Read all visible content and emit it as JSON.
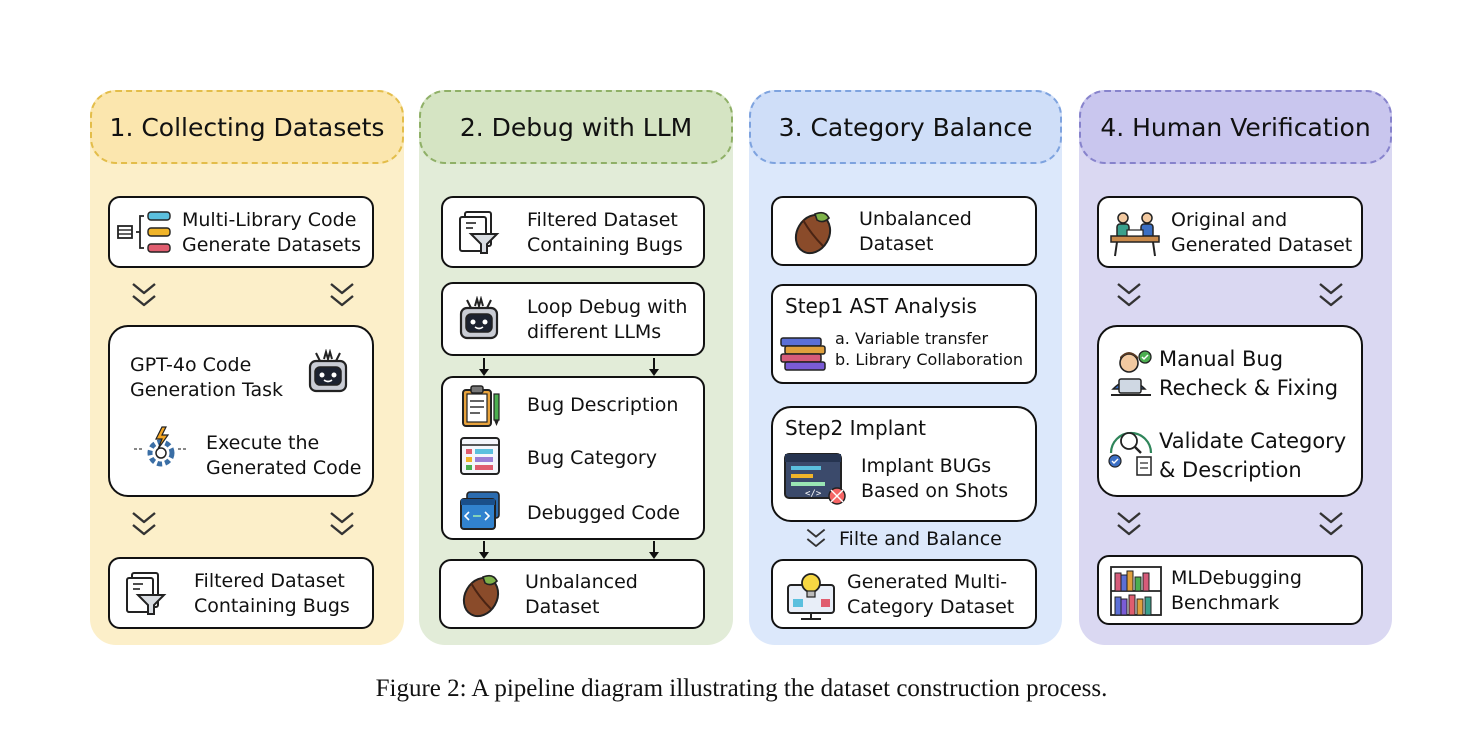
{
  "columns": [
    {
      "title": "1. Collecting Datasets",
      "box1": [
        "Multi-Library Code",
        "Generate Datasets"
      ],
      "box2a": [
        "GPT-4o Code",
        "Generation Task"
      ],
      "box2b": [
        "Execute the",
        "Generated Code"
      ],
      "box3": [
        "Filtered Dataset",
        "Containing Bugs"
      ]
    },
    {
      "title": "2. Debug with LLM",
      "box1": [
        "Filtered Dataset",
        "Containing Bugs"
      ],
      "box2": [
        "Loop Debug with",
        "different LLMs"
      ],
      "items": [
        "Bug Description",
        "Bug Category",
        "Debugged Code"
      ],
      "box4": [
        "Unbalanced",
        "Dataset"
      ]
    },
    {
      "title": "3. Category Balance",
      "box1": [
        "Unbalanced",
        "Dataset"
      ],
      "step1_title": "Step1 AST Analysis",
      "step1_items": [
        "a. Variable transfer",
        "b. Library Collaboration"
      ],
      "step2_title": "Step2 Implant",
      "step2_text": [
        "Implant BUGs",
        "Based on Shots"
      ],
      "filter_label": "Filte and Balance",
      "box4": [
        "Generated Multi-",
        "Category Dataset"
      ]
    },
    {
      "title": "4. Human Verification",
      "box1": [
        "Original and",
        "Generated Dataset"
      ],
      "box2a": [
        "Manual Bug",
        "Recheck & Fixing"
      ],
      "box2b": [
        "Validate Category",
        "& Description"
      ],
      "box3": [
        "MLDebugging",
        "Benchmark"
      ]
    }
  ],
  "caption": "Figure 2: A pipeline diagram illustrating the dataset construction process.",
  "colors": {
    "yellow": "#fcefc9",
    "green": "#e2ecd8",
    "blue": "#dce8fb",
    "purple": "#dad8f2"
  },
  "icons": [
    "list-icon",
    "robot-icon",
    "gear-lightning-icon",
    "funnel-document-icon",
    "bean-icon",
    "clipboard-icon",
    "category-grid-icon",
    "code-window-icon",
    "books-icon",
    "code-bug-icon",
    "lightbulb-monitor-icon",
    "meeting-icon",
    "person-laptop-icon",
    "validate-cycle-icon",
    "bookshelf-icon"
  ]
}
